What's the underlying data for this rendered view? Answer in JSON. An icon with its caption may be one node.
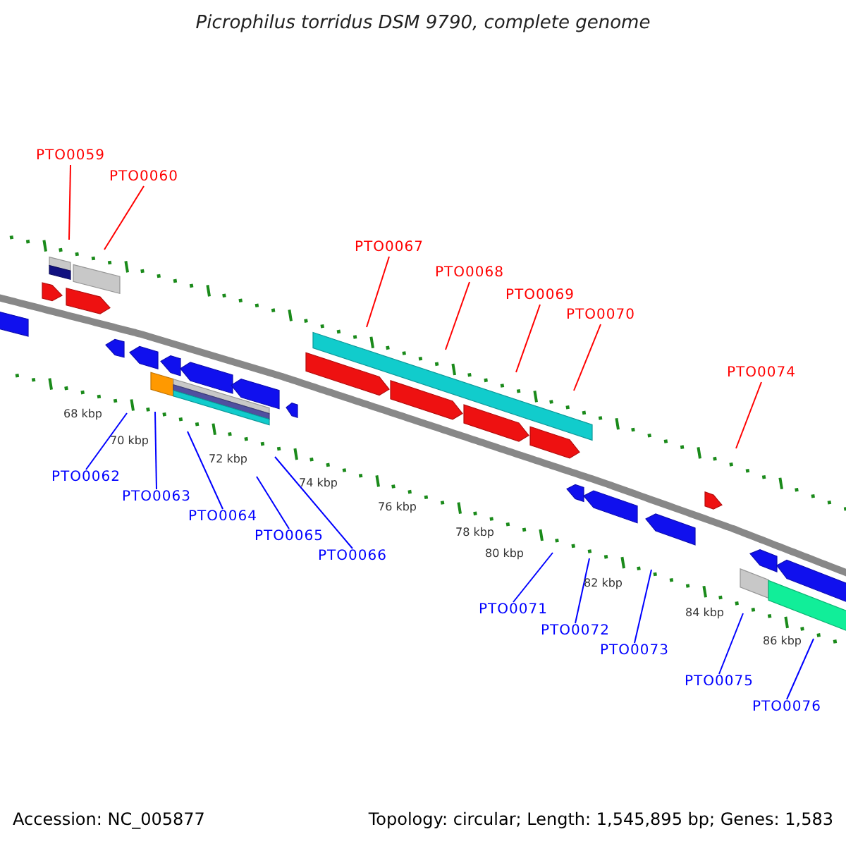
{
  "diagram": {
    "title": "Picrophilus torridus DSM 9790, complete genome",
    "nodes": [
      {
        "text": [
          "PTO0059"
        ]
      },
      {
        "text": [
          "PTO0060"
        ]
      },
      {
        "text": [
          "PTO0067"
        ]
      },
      {
        "text": [
          "PTO0068"
        ]
      },
      {
        "text": [
          "PTO0069"
        ]
      },
      {
        "text": [
          "PTO0070"
        ]
      },
      {
        "text": [
          "PTO0074"
        ]
      },
      {
        "text": [
          "PTO0062"
        ]
      },
      {
        "text": [
          "PTO0063"
        ]
      },
      {
        "text": [
          "PTO0064"
        ]
      },
      {
        "text": [
          "PTO0065"
        ]
      },
      {
        "text": [
          "PTO0066"
        ]
      },
      {
        "text": [
          "PTO0071"
        ]
      },
      {
        "text": [
          "PTO0072"
        ]
      },
      {
        "text": [
          "PTO0073"
        ]
      },
      {
        "text": [
          "PTO0075"
        ]
      },
      {
        "text": [
          "PTO0076"
        ]
      }
    ],
    "edges": [
      {
        "from": 0,
        "to": null,
        "arrow": "none",
        "color": "#ff0000"
      },
      {
        "from": 1,
        "to": null,
        "arrow": "none",
        "color": "#ff0000"
      },
      {
        "from": 2,
        "to": null,
        "arrow": "none",
        "color": "#ff0000"
      },
      {
        "from": 3,
        "to": null,
        "arrow": "none",
        "color": "#ff0000"
      },
      {
        "from": 4,
        "to": null,
        "arrow": "none",
        "color": "#ff0000"
      },
      {
        "from": 5,
        "to": null,
        "arrow": "none",
        "color": "#ff0000"
      },
      {
        "from": 6,
        "to": null,
        "arrow": "none",
        "color": "#ff0000"
      },
      {
        "from": 7,
        "to": null,
        "arrow": "none",
        "color": "#0000ff"
      },
      {
        "from": 8,
        "to": null,
        "arrow": "none",
        "color": "#0000ff"
      },
      {
        "from": 9,
        "to": null,
        "arrow": "none",
        "color": "#0000ff"
      },
      {
        "from": 10,
        "to": null,
        "arrow": "none",
        "color": "#0000ff"
      },
      {
        "from": 11,
        "to": null,
        "arrow": "none",
        "color": "#0000ff"
      },
      {
        "from": 12,
        "to": null,
        "arrow": "none",
        "color": "#0000ff"
      },
      {
        "from": 13,
        "to": null,
        "arrow": "none",
        "color": "#0000ff"
      },
      {
        "from": 14,
        "to": null,
        "arrow": "none",
        "color": "#0000ff"
      },
      {
        "from": 15,
        "to": null,
        "arrow": "none",
        "color": "#0000ff"
      },
      {
        "from": 16,
        "to": null,
        "arrow": "none",
        "color": "#0000ff"
      }
    ],
    "labels": [
      "68 kbp",
      "70 kbp",
      "72 kbp",
      "74 kbp",
      "76 kbp",
      "78 kbp",
      "80 kbp",
      "82 kbp",
      "84 kbp",
      "86 kbp",
      "Accession: NC_005877",
      "Topology: circular; Length: 1,545,895 bp; Genes: 1,583"
    ]
  }
}
